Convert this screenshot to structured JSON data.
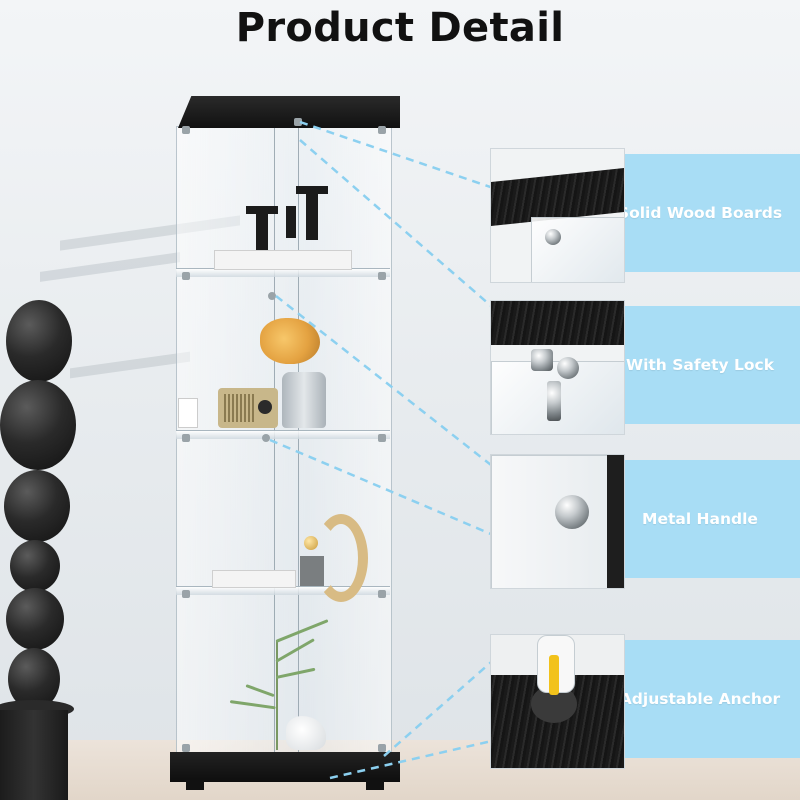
{
  "page": {
    "title": "Product Detail"
  },
  "features": [
    {
      "label": "Solid Wood Boards",
      "icon": "wood-board-closeup"
    },
    {
      "label": "With Safety Lock",
      "icon": "lock-closeup"
    },
    {
      "label": "Metal Handle",
      "icon": "handle-closeup"
    },
    {
      "label": "Adjustable Anchor",
      "icon": "anchor-closeup"
    }
  ],
  "colors": {
    "panel": "#a8ddf5",
    "panel_text": "#ffffff",
    "leader_line": "#8cd0f0",
    "title": "#111111"
  }
}
